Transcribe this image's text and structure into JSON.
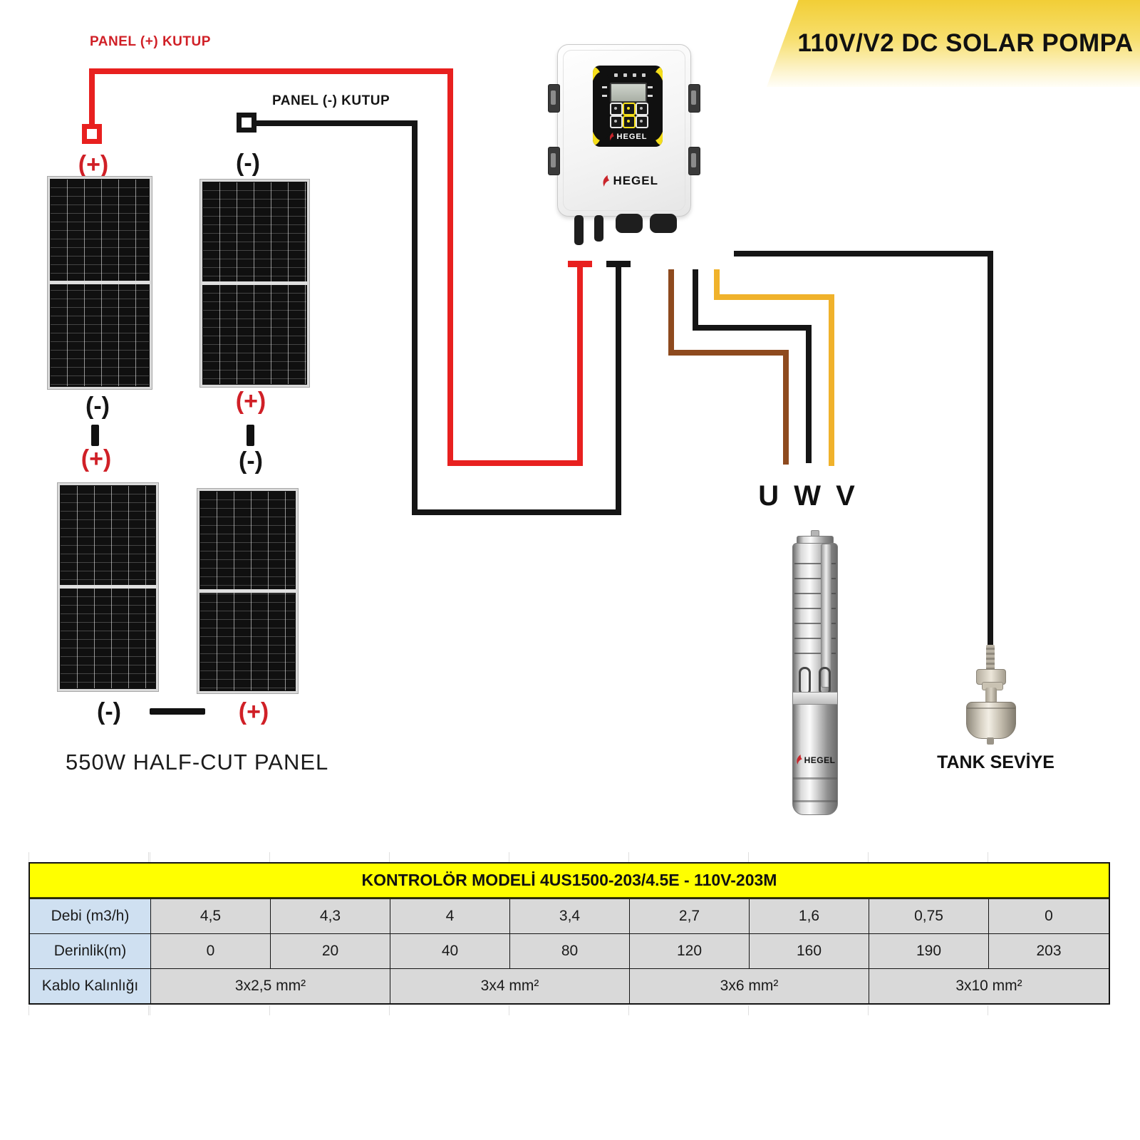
{
  "banner": {
    "title": "110V/V2 DC SOLAR POMPA"
  },
  "labels": {
    "panel_plus_wire": "PANEL (+) KUTUP",
    "panel_minus_wire": "PANEL (-) KUTUP",
    "plus": "(+)",
    "minus": "(-)",
    "panel_caption": "550W HALF-CUT PANEL",
    "motor_terminals": "U W V",
    "tank_sensor": "TANK SEVİYE"
  },
  "brand": "HEGEL",
  "table": {
    "header": "KONTROLÖR MODELİ  4US1500-203/4.5E - 110V-203M",
    "rows": [
      {
        "label": "Debi (m3/h)",
        "values": [
          "4,5",
          "4,3",
          "4",
          "3,4",
          "2,7",
          "1,6",
          "0,75",
          "0"
        ],
        "colspan": 1
      },
      {
        "label": "Derinlik(m)",
        "values": [
          "0",
          "20",
          "40",
          "80",
          "120",
          "160",
          "190",
          "203"
        ],
        "colspan": 1
      },
      {
        "label": "Kablo Kalınlığı",
        "values": [
          "3x2,5 mm²",
          "3x4 mm²",
          "3x6 mm²",
          "3x10 mm²"
        ],
        "colspan": 2
      }
    ]
  },
  "colors": {
    "wire_red": "#e8201f",
    "wire_black": "#151515",
    "wire_brown": "#8e4a1e",
    "wire_yellow": "#f0b22b",
    "label_red": "#d02027",
    "banner_yellow_top": "#f2ce36",
    "controller_yellow": "#f5de1b",
    "brand_red": "#c9252b",
    "table_yellow": "#ffff00",
    "table_blue": "#cfe0f1",
    "table_gray": "#d9d9d9"
  }
}
